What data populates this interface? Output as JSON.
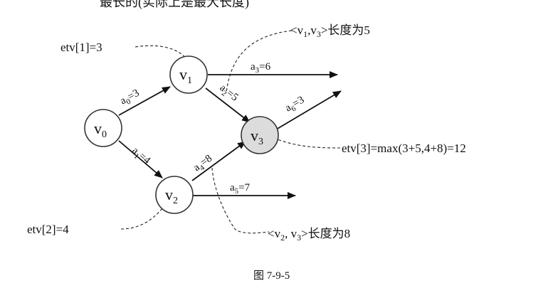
{
  "top_text": "最长的(实际上是最大长度)",
  "nodes": [
    {
      "id": "v0",
      "label": "v",
      "sub": "0",
      "highlight": false
    },
    {
      "id": "v1",
      "label": "v",
      "sub": "1",
      "highlight": false
    },
    {
      "id": "v2",
      "label": "v",
      "sub": "2",
      "highlight": false
    },
    {
      "id": "v3",
      "label": "v",
      "sub": "3",
      "highlight": true
    }
  ],
  "edges": [
    {
      "id": "a0",
      "from": "v0",
      "to": "v1",
      "name": "a",
      "sub": "0",
      "weight": "=3"
    },
    {
      "id": "a1",
      "from": "v0",
      "to": "v2",
      "name": "a",
      "sub": "1",
      "weight": "=4"
    },
    {
      "id": "a2",
      "from": "v1",
      "to": "v3",
      "name": "a",
      "sub": "2",
      "weight": "=5"
    },
    {
      "id": "a3",
      "from": "v1",
      "to": "out",
      "name": "a",
      "sub": "3",
      "weight": "=6"
    },
    {
      "id": "a4",
      "from": "v2",
      "to": "v3",
      "name": "a",
      "sub": "4",
      "weight": "=8"
    },
    {
      "id": "a5",
      "from": "v2",
      "to": "out",
      "name": "a",
      "sub": "5",
      "weight": "=7"
    },
    {
      "id": "a6",
      "from": "v3",
      "to": "out",
      "name": "a",
      "sub": "6",
      "weight": "=3"
    }
  ],
  "annotations": {
    "etv1": "etv[1]=3",
    "etv2": "etv[2]=4",
    "etv3": "etv[3]=max(3+5,4+8)=12",
    "len13_open": "<v",
    "len13_sub1": "1",
    "len13_mid": ",v",
    "len13_sub3": "3",
    "len13_close": ">长度为5",
    "len23_open": "<v",
    "len23_sub2": "2",
    "len23_mid": ", v",
    "len23_sub3": "3",
    "len23_close": ">长度为8"
  },
  "caption": "图 7-9-5"
}
